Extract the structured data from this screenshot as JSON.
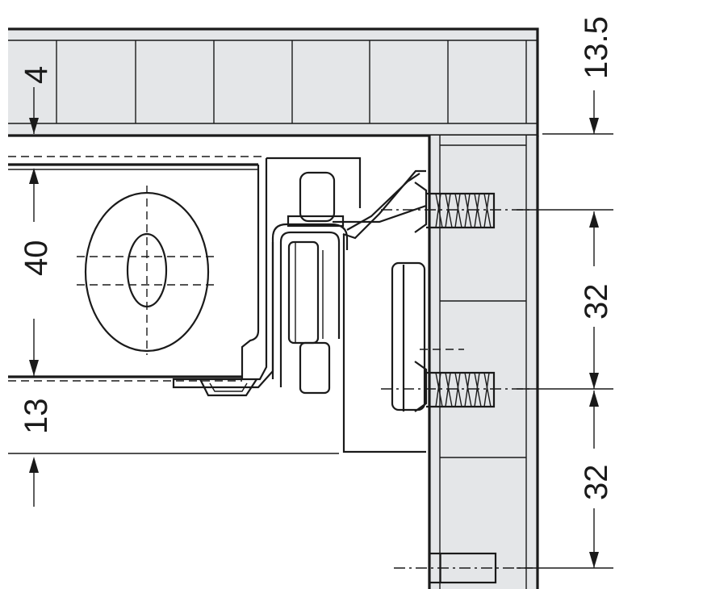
{
  "dimensions": {
    "top_offset": "13.5",
    "top_panel_inset": "4",
    "drawer_height": "40",
    "bottom_clearance": "13",
    "hole_spacing_1": "32",
    "hole_spacing_2": "32"
  },
  "colors": {
    "line": "#1a1a1a",
    "panel_fill": "#e4e6e8"
  }
}
